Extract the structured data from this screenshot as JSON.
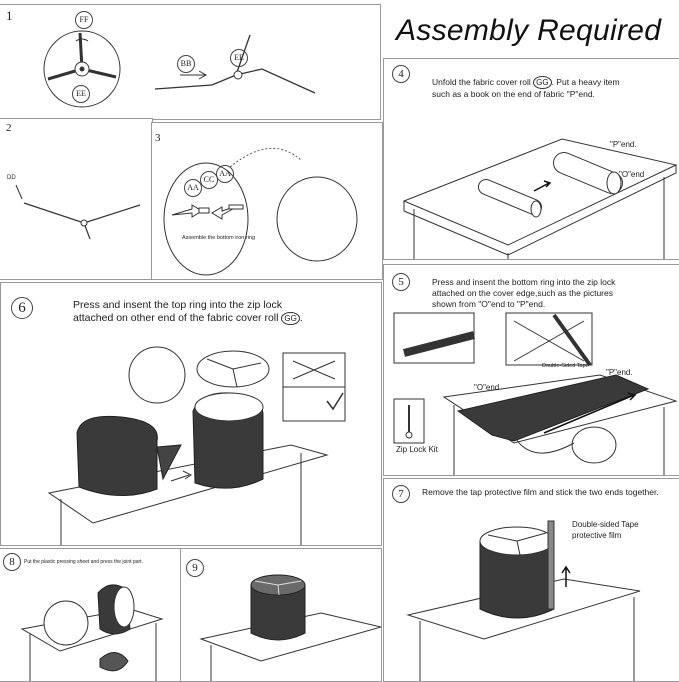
{
  "title": "Assembly Required",
  "steps": {
    "s1": {
      "num": "1",
      "labels": {
        "ff": "FF",
        "ee1": "EE",
        "bb": "BB",
        "ee2": "EE"
      }
    },
    "s2": {
      "num": "2",
      "labels": {
        "dd": "DD"
      }
    },
    "s3": {
      "num": "3",
      "labels": {
        "aa1": "AA",
        "cc": "CC",
        "aa2": "AA",
        "caption": "Assemble the bottom iron ring"
      }
    },
    "s4": {
      "num": "4",
      "text_a": "Unfold the fabric cover roll",
      "badge": "GG",
      "text_b": ". Put a heavy item",
      "text_c": "such as a book on the end of fabric \"P\"end.",
      "labels": {
        "p": "\"P\"end.",
        "o": "\"O\"end"
      }
    },
    "s5": {
      "num": "5",
      "text_1": "Press and insent the bottom ring into the zip lock",
      "text_2": "attached on the cover edge,such as the pictures",
      "text_3": "shown from \"O\"end to \"P\"end.",
      "labels": {
        "tape": "Double-Sided Tape",
        "p": "\"P\"end.",
        "o": "\"O\"end",
        "kit": "Zip Lock Kit"
      }
    },
    "s6": {
      "num": "6",
      "text_1": "Press and insent the top ring into the zip lock",
      "text_2": "attached on other end of the fabric cover roll",
      "badge": "GG",
      "text_3": "."
    },
    "s7": {
      "num": "7",
      "text": "Remove the tap protective film and stick the two ends together.",
      "labels": {
        "tape": "Double-sided Tape",
        "film": "protective film"
      }
    },
    "s8": {
      "num": "8",
      "text": "Put the plastic pressing sheet and press the joint part."
    },
    "s9": {
      "num": "9"
    }
  }
}
